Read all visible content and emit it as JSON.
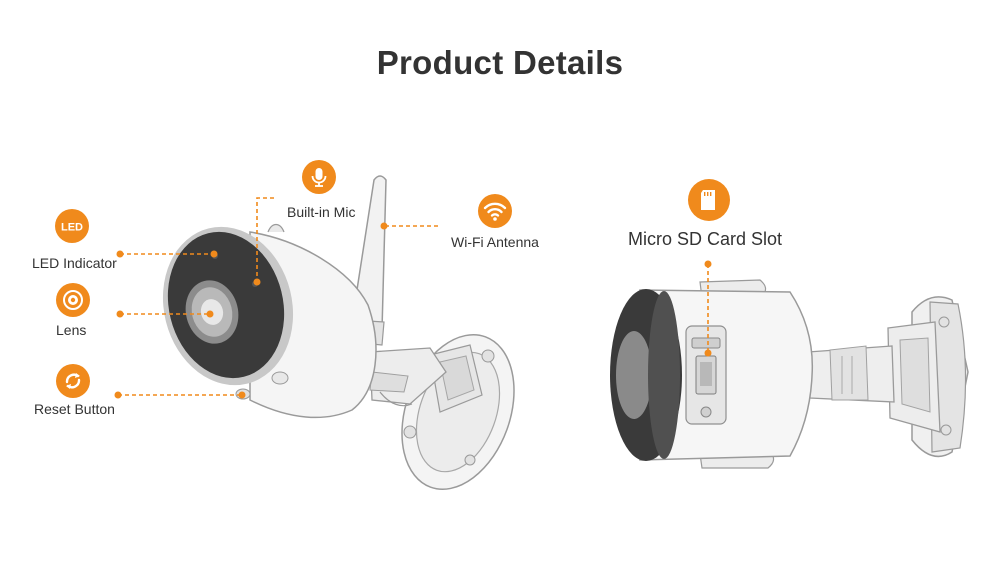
{
  "page": {
    "title": "Product Details",
    "accent_color": "#f08a1c"
  },
  "callouts": [
    {
      "id": "led",
      "icon": "led-icon",
      "badge_text": "LED",
      "label": "LED Indicator"
    },
    {
      "id": "lens",
      "icon": "lens-icon",
      "label": "Lens"
    },
    {
      "id": "reset",
      "icon": "reset-icon",
      "label": "Reset Button"
    },
    {
      "id": "mic",
      "icon": "microphone-icon",
      "label": "Built-in Mic"
    },
    {
      "id": "wifi",
      "icon": "wifi-icon",
      "label": "Wi-Fi Antenna"
    },
    {
      "id": "sd",
      "icon": "sd-card-icon",
      "label": "Micro SD Card Slot"
    }
  ]
}
